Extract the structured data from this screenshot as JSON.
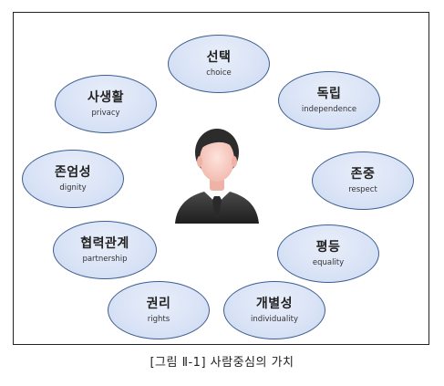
{
  "values": [
    {
      "ko": "선택",
      "en": "choice"
    },
    {
      "ko": "독립",
      "en": "independence"
    },
    {
      "ko": "존중",
      "en": "respect"
    },
    {
      "ko": "평등",
      "en": "equality"
    },
    {
      "ko": "개별성",
      "en": "individuality"
    },
    {
      "ko": "권리",
      "en": "rights"
    },
    {
      "ko": "협력관계",
      "en": "partnership"
    },
    {
      "ko": "존엄성",
      "en": "dignity"
    },
    {
      "ko": "사생활",
      "en": "privacy"
    }
  ],
  "center_icon": "person-icon",
  "caption": "[그림 Ⅱ-1] 사람중심의 가치",
  "colors": {
    "bubble_fill": "#d9e3f6",
    "bubble_border": "#3f5f90",
    "frame_border": "#222222"
  }
}
